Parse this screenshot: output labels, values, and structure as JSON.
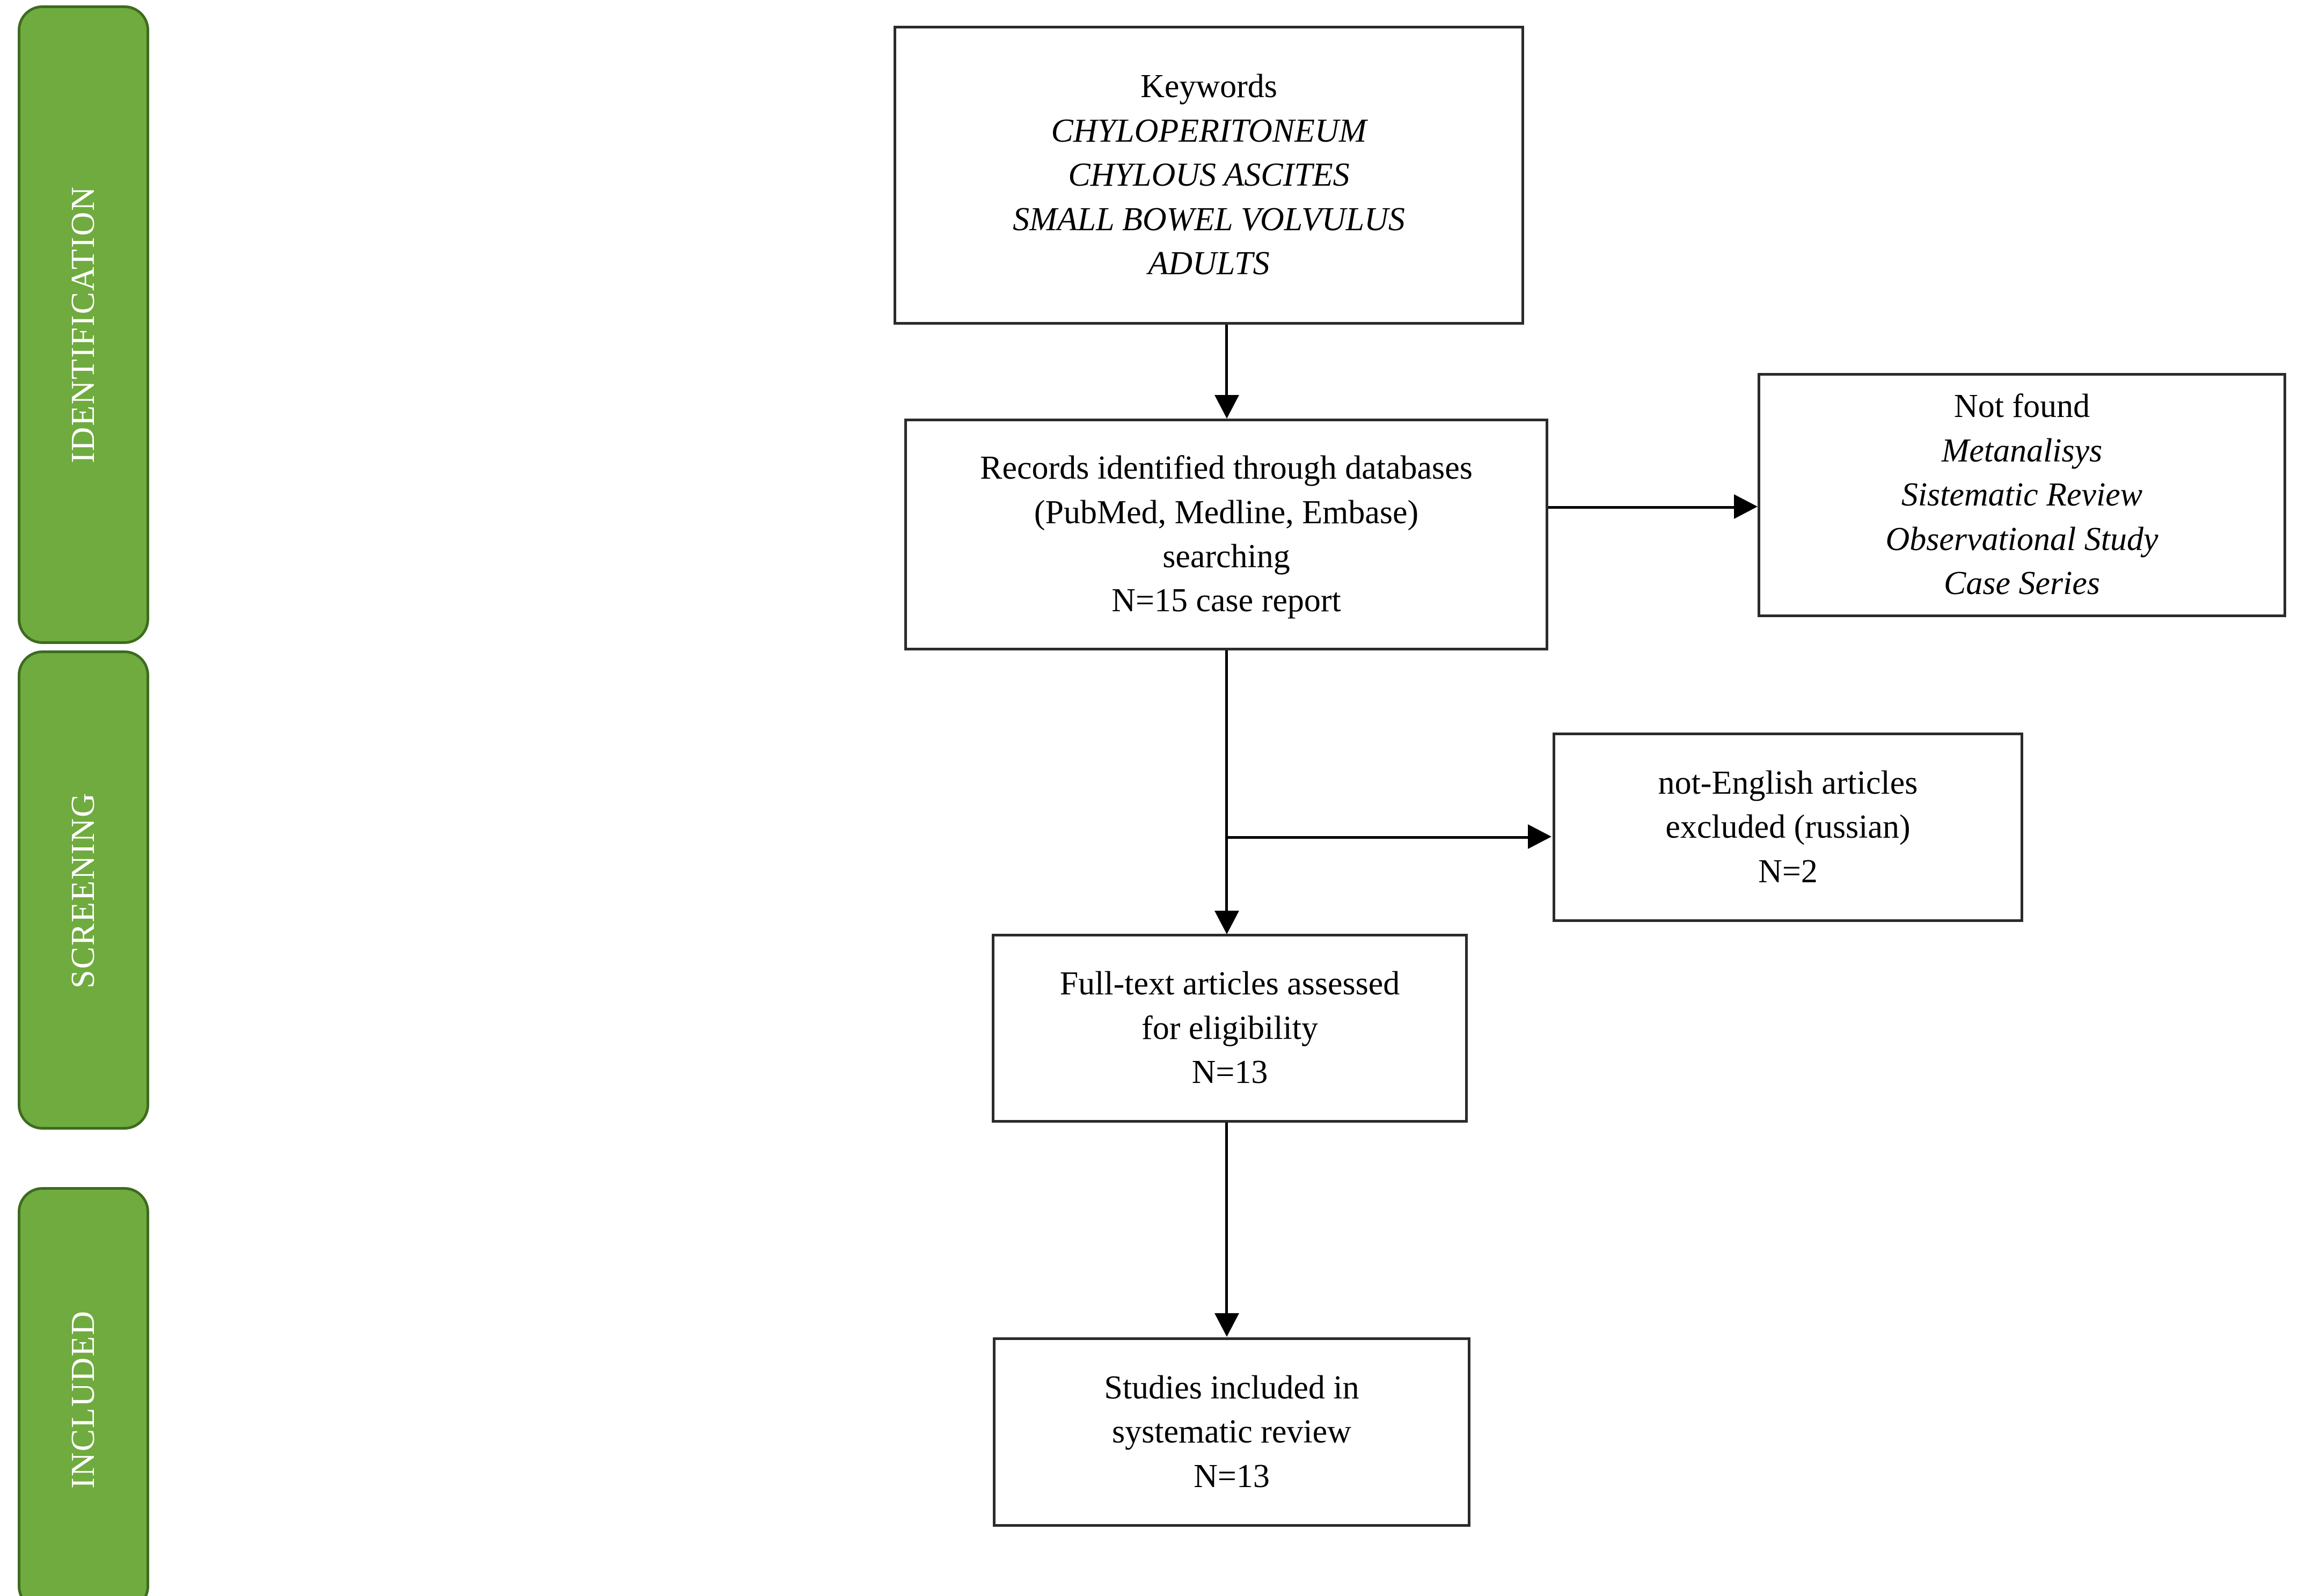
{
  "stages": [
    {
      "id": "identification",
      "label": "IDENTIFICATION"
    },
    {
      "id": "screening",
      "label": "SCREENING"
    },
    {
      "id": "included",
      "label": "INCLUDED"
    }
  ],
  "colors": {
    "stage_fill": "#6FAB3E",
    "stage_border": "#3D6B1F",
    "stage_text": "#FFFFFF",
    "box_border": "#2B2B2B",
    "box_fill": "#FFFFFF",
    "connector": "#000000"
  },
  "boxes": {
    "keywords": {
      "lines": [
        {
          "text": "Keywords",
          "italic": false
        },
        {
          "text": "CHYLOPERITONEUM",
          "italic": true
        },
        {
          "text": "CHYLOUS ASCITES",
          "italic": true
        },
        {
          "text": "SMALL BOWEL VOLVULUS",
          "italic": true
        },
        {
          "text": "ADULTS",
          "italic": true
        }
      ]
    },
    "records": {
      "lines": [
        {
          "text": "Records identified through databases",
          "italic": false
        },
        {
          "text": "(PubMed, Medline, Embase)",
          "italic": false
        },
        {
          "text": "searching",
          "italic": false
        },
        {
          "text": "N=15 case report",
          "italic": false
        }
      ]
    },
    "not_found": {
      "lines": [
        {
          "text": "Not found",
          "italic": false
        },
        {
          "text": "Metanalisys",
          "italic": true
        },
        {
          "text": "Sistematic Review",
          "italic": true
        },
        {
          "text": "Observational Study",
          "italic": true
        },
        {
          "text": "Case Series",
          "italic": true
        }
      ]
    },
    "not_english": {
      "lines": [
        {
          "text": "not-English articles",
          "italic": false
        },
        {
          "text": "excluded (russian)",
          "italic": false
        },
        {
          "text": "N=2",
          "italic": false
        }
      ]
    },
    "full_text": {
      "lines": [
        {
          "text": "Full-text articles assessed",
          "italic": false
        },
        {
          "text": "for eligibility",
          "italic": false
        },
        {
          "text": "N=13",
          "italic": false
        }
      ]
    },
    "studies_included": {
      "lines": [
        {
          "text": "Studies included in",
          "italic": false
        },
        {
          "text": "systematic review",
          "italic": false
        },
        {
          "text": "N=13",
          "italic": false
        }
      ]
    }
  },
  "connectors": [
    {
      "id": "keywords-to-records",
      "from": "keywords",
      "to": "records",
      "direction": "down"
    },
    {
      "id": "records-to-not-found",
      "from": "records",
      "to": "not_found",
      "direction": "right"
    },
    {
      "id": "records-to-full-text",
      "from": "records",
      "to": "full_text",
      "direction": "down"
    },
    {
      "id": "records-to-not-english",
      "from": "records",
      "to": "not_english",
      "direction": "right"
    },
    {
      "id": "full-text-to-studies",
      "from": "full_text",
      "to": "studies_included",
      "direction": "down"
    }
  ]
}
